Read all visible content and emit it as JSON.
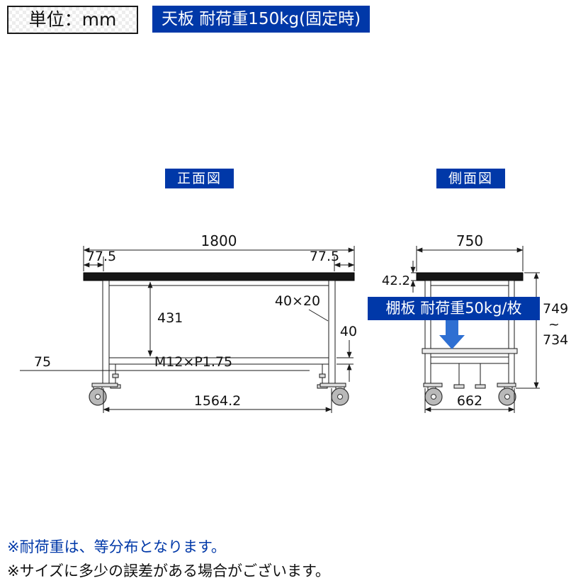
{
  "header": {
    "unit_label": "単位：mm",
    "top_load_label": "天板 耐荷重150kg(固定時)"
  },
  "views": {
    "front": {
      "title": "正面図",
      "dims": {
        "overall_width": "1800",
        "overhang_left": "77.5",
        "overhang_right": "77.5",
        "clear_height": "431",
        "frame_size": "40×20",
        "rail_height": "40",
        "caster_offset": "75",
        "thread_spec": "M12×P1.75",
        "caster_span": "1564.2"
      }
    },
    "side": {
      "title": "側面図",
      "shelf_load_label": "棚板 耐荷重50kg/枚",
      "dims": {
        "depth": "750",
        "top_assembly_height": "42.2",
        "height_max": "749",
        "height_tilde": "~",
        "height_min": "734",
        "shelf_span": "662"
      }
    }
  },
  "footnotes": [
    "※耐荷重は、等分布となります。",
    "※サイズに多少の誤差がある場合がございます。"
  ],
  "colors": {
    "accent_blue": "#0038a8",
    "arrow_blue": "#2e6fd2"
  }
}
